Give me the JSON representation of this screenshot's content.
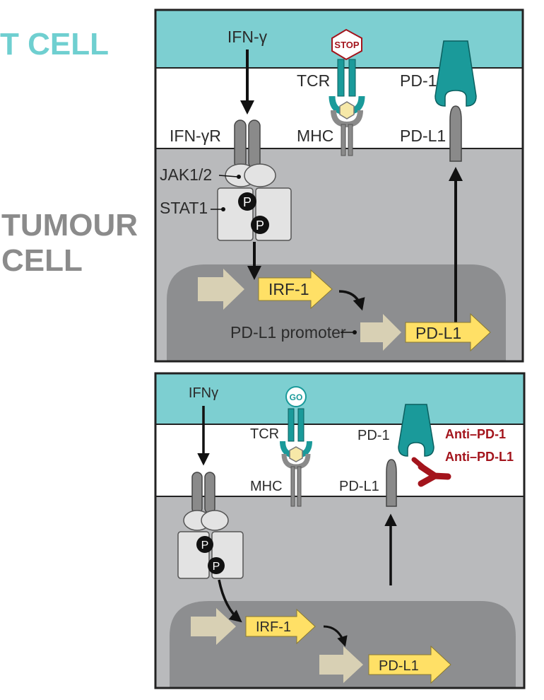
{
  "side_labels": {
    "t_cell": "T CELL",
    "tumour_cell_line1": "TUMOUR",
    "tumour_cell_line2": "CELL"
  },
  "panel_top": {
    "ifn": "IFN-γ",
    "ifn_receptor": "IFN-γR",
    "jak": "JAK1/2",
    "stat": "STAT1",
    "phospho": "P",
    "tcr": "TCR",
    "mhc": "MHC",
    "pd1": "PD-1",
    "pdl1_membrane": "PD-L1",
    "signal": "STOP",
    "irf": "IRF-1",
    "promoter": "PD-L1 promoter",
    "pdl1_gene": "PD-L1"
  },
  "panel_bottom": {
    "ifn": "IFNγ",
    "phospho": "P",
    "tcr": "TCR",
    "mhc": "MHC",
    "pd1": "PD-1",
    "pdl1_membrane": "PD-L1",
    "signal": "GO",
    "antibody_1": "Anti–PD-1",
    "antibody_2": "Anti–PD-L1",
    "irf": "IRF-1",
    "pdl1_gene": "PD-L1"
  },
  "colors": {
    "t_cell": "#7dcfd1",
    "tumour_cytoplasm": "#b9babc",
    "nucleus": "#8d8e90",
    "teal_receptor": "#1a9a9a",
    "yellow_arrow": "#ffe066",
    "tan_arrow": "#d8d0b4",
    "antibody": "#a3141c",
    "stop_text": "#a3141c"
  }
}
